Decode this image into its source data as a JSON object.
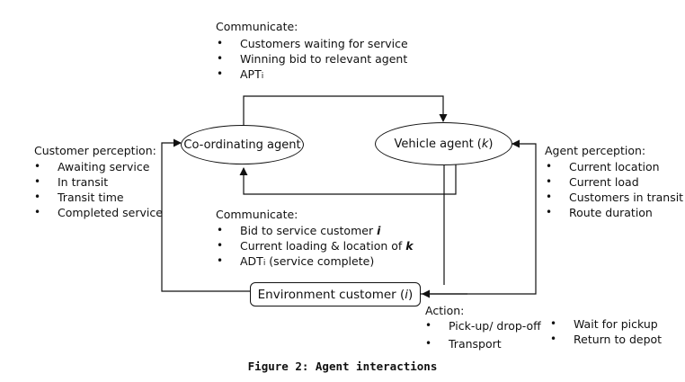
{
  "nodes": {
    "coordinating_agent": "Co-ordinating agent",
    "vehicle_agent": {
      "text": "Vehicle agent (",
      "var": "k",
      "close": ")"
    },
    "environment": {
      "text": "Environment customer (",
      "var": "i",
      "close": ")"
    }
  },
  "communicate_top": {
    "heading": "Communicate:",
    "items": [
      "Customers waiting for service",
      "Winning bid to relevant agent"
    ],
    "apt": {
      "text": "APT",
      "sub": "i"
    }
  },
  "communicate_mid": {
    "heading": "Communicate:",
    "bid": {
      "text": "Bid to service customer ",
      "var": "i"
    },
    "loading": {
      "text": "Current loading & location of ",
      "var": "k"
    },
    "adt": {
      "text": "ADT",
      "sub": "i",
      "rest": " (service complete)"
    }
  },
  "customer_perception": {
    "heading": "Customer perception:",
    "items": [
      "Awaiting service",
      "In transit",
      "Transit time",
      "Completed service"
    ]
  },
  "agent_perception": {
    "heading": "Agent perception:",
    "items": [
      "Current location",
      "Current load",
      "Customers in transit",
      "Route duration"
    ]
  },
  "action": {
    "heading": "Action:",
    "col1": [
      "Pick-up/ drop-off",
      "Transport"
    ],
    "col2": [
      "Wait for pickup",
      "Return to depot"
    ]
  },
  "caption": "Figure 2: Agent interactions"
}
